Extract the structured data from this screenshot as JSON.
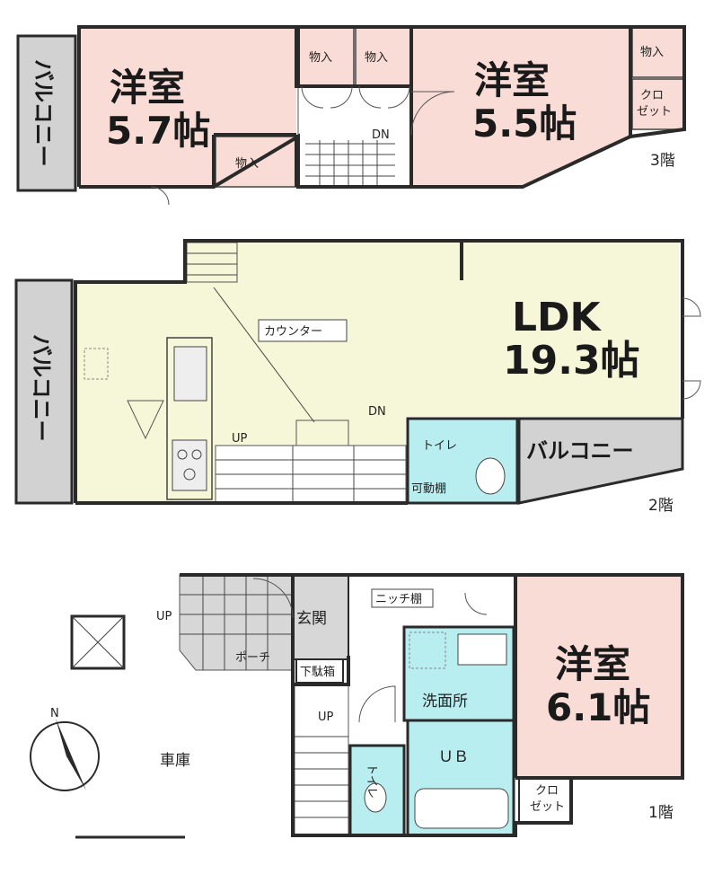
{
  "floors": {
    "f3": {
      "label": "3階",
      "room_left": {
        "name": "洋室",
        "size": "5.7帖"
      },
      "room_right": {
        "name": "洋室",
        "size": "5.5帖"
      },
      "balcony": "バルコニー",
      "storage_a": "物入",
      "storage_b": "物入",
      "storage_c": "物入",
      "storage_d": "物入",
      "closet_line1": "クロ",
      "closet_line2": "ゼット",
      "stair": "DN"
    },
    "f2": {
      "label": "2階",
      "ldk_name": "LDK",
      "ldk_size": "19.3帖",
      "counter": "カウンター",
      "balcony_left": "バルコニー",
      "balcony_right": "バルコニー",
      "toilet": "トイレ",
      "movable_shelf": "可動棚",
      "stair_up": "UP",
      "stair_down": "DN"
    },
    "f1": {
      "label": "1階",
      "room": {
        "name": "洋室",
        "size": "6.1帖"
      },
      "entrance": "玄関",
      "porch": "ポーチ",
      "shoe_box": "下駄箱",
      "niche": "ニッチ棚",
      "washroom": "洗面所",
      "bath": "ＵＢ",
      "toilet": "トイレ",
      "closet_line1": "クロ",
      "closet_line2": "ゼット",
      "garage": "車庫",
      "stair_up": "UP",
      "porch_up": "UP",
      "compass": "N"
    }
  },
  "colors": {
    "western_room": "#f9dcd6",
    "ldk": "#f6f7d8",
    "wet_area": "#b9eef1",
    "balcony": "#d2d2d2",
    "porch": "#d7d7d7"
  }
}
